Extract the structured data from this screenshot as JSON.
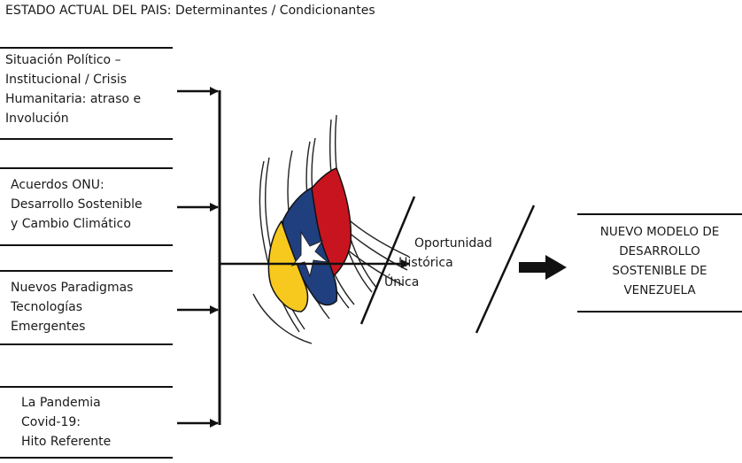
{
  "title": "ESTADO ACTUAL DEL PAIS: Determinantes  / Condicionantes",
  "factors": [
    {
      "lines": [
        "Situación Político –",
        "Institucional / Crisis",
        "Humanitaria:  atraso e",
        "Involución"
      ]
    },
    {
      "lines": [
        "Acuerdos ONU:",
        "Desarrollo Sostenible",
        "y Cambio Climático"
      ]
    },
    {
      "lines": [
        "Nuevos Paradigmas",
        "Tecnologías",
        "Emergentes"
      ]
    },
    {
      "lines": [
        "La Pandemia",
        "Covid-19:",
        "Hito Referente"
      ]
    }
  ],
  "opportunity": {
    "lines": [
      "Oportunidad",
      "Histórica",
      "Única"
    ]
  },
  "result": {
    "lines": [
      "NUEVO MODELO DE",
      "DESARROLLO",
      "SOSTENIBLE DE",
      "VENEZUELA"
    ]
  },
  "colors": {
    "yellow": "#f7c81e",
    "blue": "#1f3f7f",
    "red": "#c8141e",
    "ink": "#111111"
  }
}
